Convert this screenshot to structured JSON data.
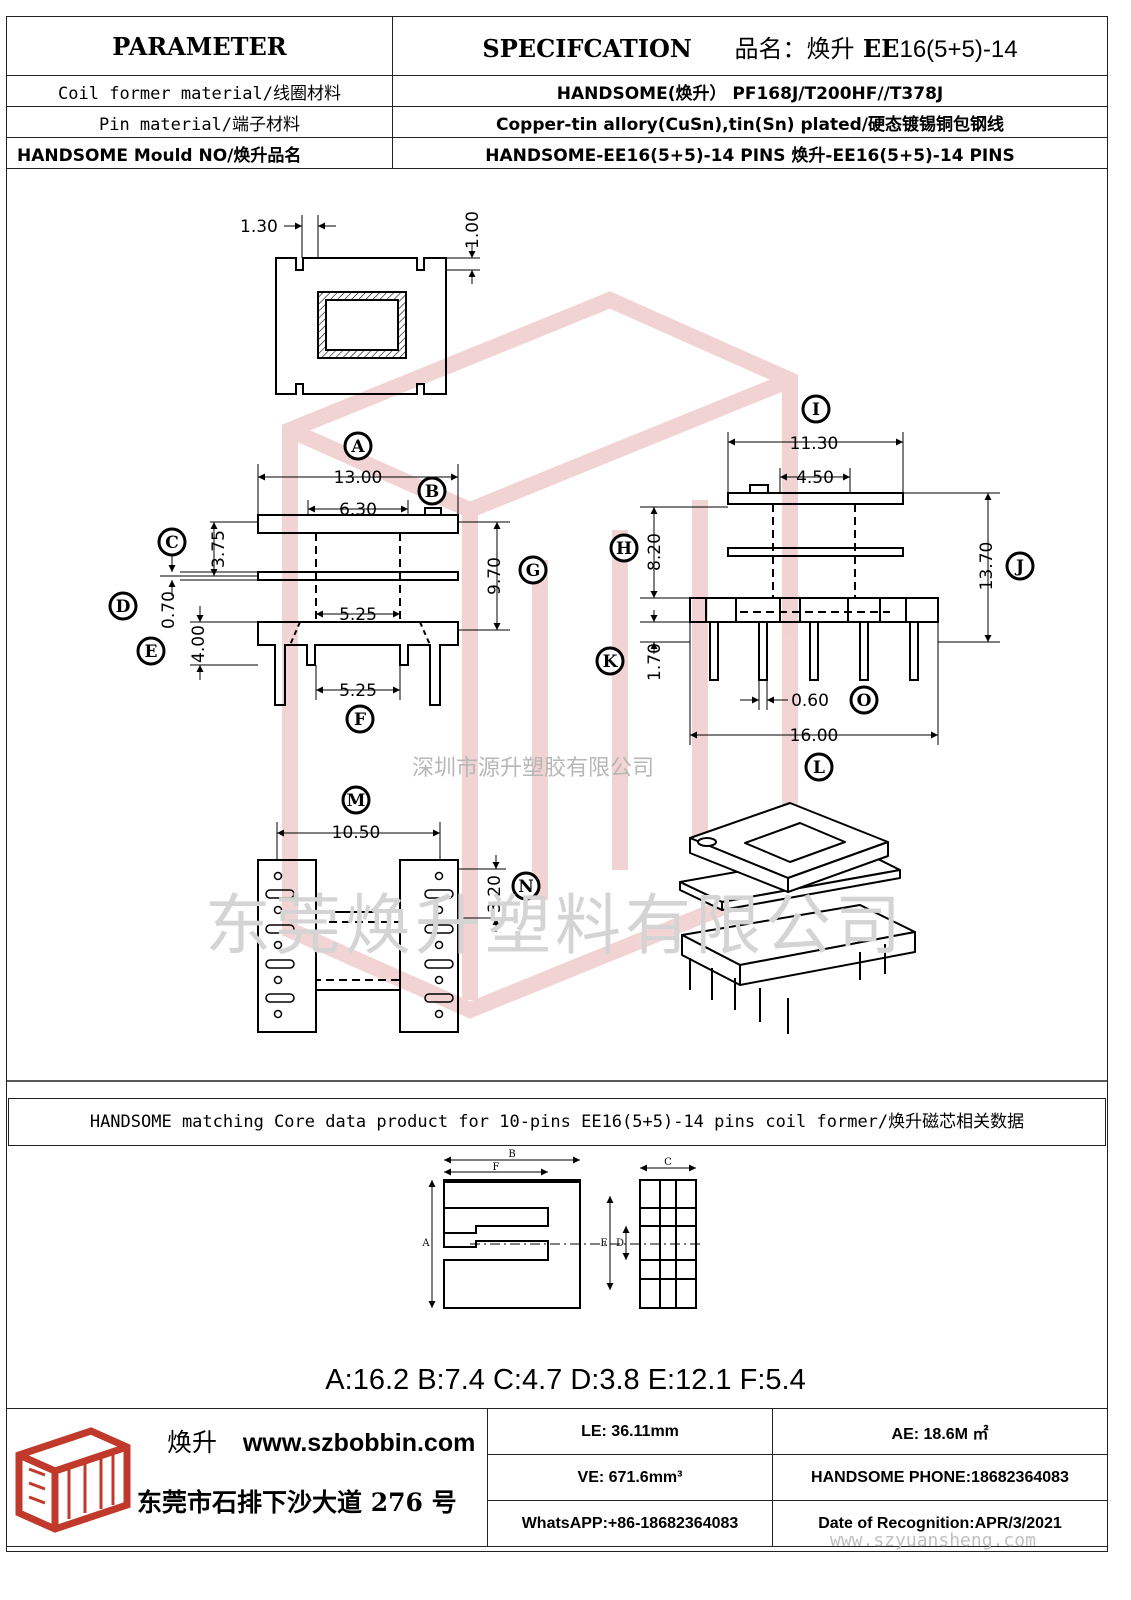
{
  "header": {
    "param_label": "PARAMETER",
    "spec_label": "SPECIFCATION",
    "product_prefix": "品名：焕升",
    "product_bold": "EE",
    "product_rest": "16(5+5)-14"
  },
  "rows": [
    {
      "label": "Coil former material/线圈材料",
      "value": "HANDSOME(焕升）  PF168J/T200HF//T378J"
    },
    {
      "label": "Pin material/端子材料",
      "value": "Copper-tin allory(CuSn),tin(Sn) plated/硬态镀锡铜包钢线"
    },
    {
      "label": "HANDSOME Mould NO/焕升品名",
      "value": "HANDSOME-EE16(5+5)-14 PINS    焕升-EE16(5+5)-14 PINS"
    }
  ],
  "dims": {
    "top_130": "1.30",
    "top_100": "1.00",
    "A": "A",
    "B": "B",
    "C": "C",
    "D": "D",
    "E": "E",
    "F": "F",
    "G": "G",
    "H": "H",
    "I": "I",
    "J": "J",
    "K": "K",
    "L": "L",
    "M": "M",
    "N": "N",
    "O": "O",
    "d1300": "13.00",
    "d630": "6.30",
    "d375": "3.75",
    "d070": "0.70",
    "d400": "4.00",
    "d525a": "5.25",
    "d525b": "5.25",
    "d970": "9.70",
    "d1130": "11.30",
    "d450": "4.50",
    "d820": "8.20",
    "d1370": "13.70",
    "d170": "1.70",
    "d060": "0.60",
    "d1600": "16.00",
    "d1050": "10.50",
    "d320": "3.20"
  },
  "watermarks": {
    "company_small": "深圳市源升塑胶有限公司",
    "company_big": "东莞焕升塑料有限公司",
    "site": "www.szyuansheng.com"
  },
  "core": {
    "title": "HANDSOME matching Core data  product for 10-pins EE16(5+5)-14 pins coil former/焕升磁芯相关数据",
    "values": "A:16.2 B:7.4 C:4.7 D:3.8 E:12.1 F:5.4",
    "labels": {
      "A": "A",
      "B": "B",
      "C": "C",
      "D": "D",
      "E": "E",
      "F": "F"
    }
  },
  "footer": {
    "brand_cn": "焕升",
    "website": "www.szbobbin.com",
    "address": "东莞市石排下沙大道 276 号",
    "le": "LE:    36.11mm",
    "ae": "AE: 18.6M ㎡",
    "ve": "VE:    671.6mm³",
    "phone": "HANDSOME PHONE:18682364083",
    "whatsapp": "WhatsAPP:+86-18682364083",
    "date": "Date of Recognition:APR/3/2021"
  }
}
